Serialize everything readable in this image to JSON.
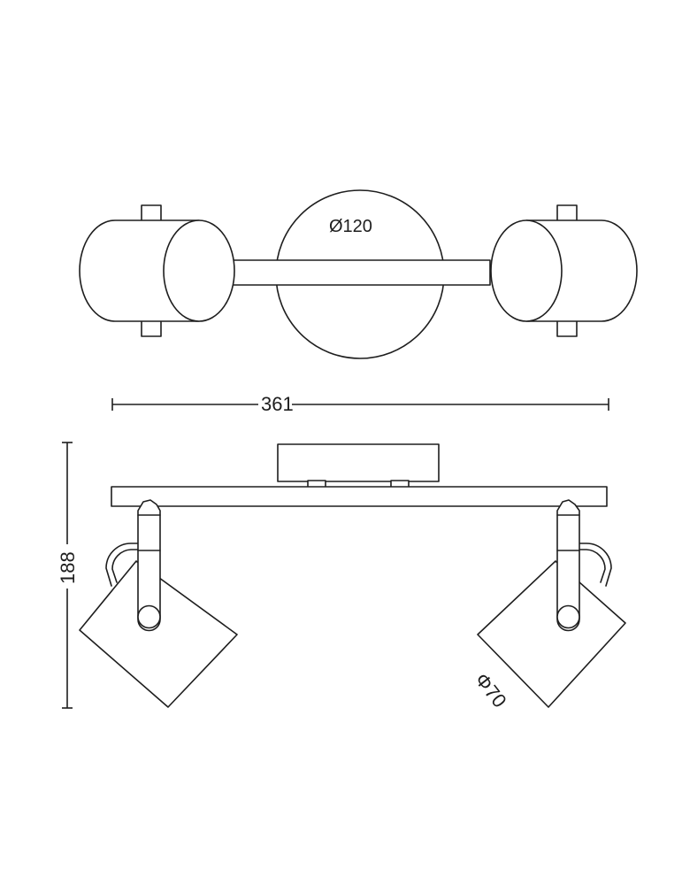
{
  "diagram": {
    "top_view": {
      "canopy_diameter_label": "Ø120"
    },
    "side_view": {
      "width_label": "361",
      "height_label": "188",
      "spot_diameter_label": "Φ70"
    },
    "colors": {
      "line": "#1e1e1e",
      "background": "#ffffff"
    }
  }
}
